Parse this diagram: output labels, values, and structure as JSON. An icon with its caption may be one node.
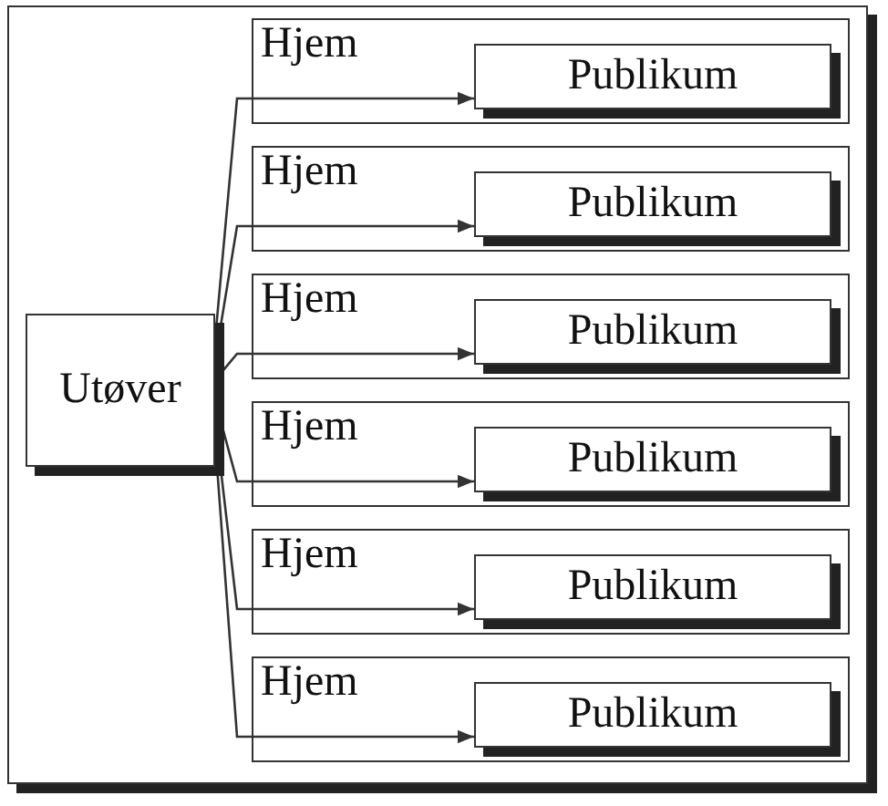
{
  "diagram": {
    "nodes": [
      {
        "text": [
          "Utøver"
        ]
      },
      {
        "text": [
          "Hjem"
        ]
      },
      {
        "text": [
          "Publikum"
        ],
        "in": 1
      },
      {
        "text": [
          "Hjem"
        ]
      },
      {
        "text": [
          "Publikum"
        ],
        "in": 3
      },
      {
        "text": [
          "Hjem"
        ]
      },
      {
        "text": [
          "Publikum"
        ],
        "in": 5
      },
      {
        "text": [
          "Hjem"
        ]
      },
      {
        "text": [
          "Publikum"
        ],
        "in": 7
      },
      {
        "text": [
          "Hjem"
        ]
      },
      {
        "text": [
          "Publikum"
        ],
        "in": 9
      },
      {
        "text": [
          "Hjem"
        ]
      },
      {
        "text": [
          "Publikum"
        ],
        "in": 11
      }
    ],
    "edges": [
      {
        "from": 0,
        "to": 2,
        "arrow": "to"
      },
      {
        "from": 0,
        "to": 4,
        "arrow": "to"
      },
      {
        "from": 0,
        "to": 6,
        "arrow": "to"
      },
      {
        "from": 0,
        "to": 8,
        "arrow": "to"
      },
      {
        "from": 0,
        "to": 10,
        "arrow": "to"
      },
      {
        "from": 0,
        "to": 12,
        "arrow": "to"
      }
    ]
  }
}
